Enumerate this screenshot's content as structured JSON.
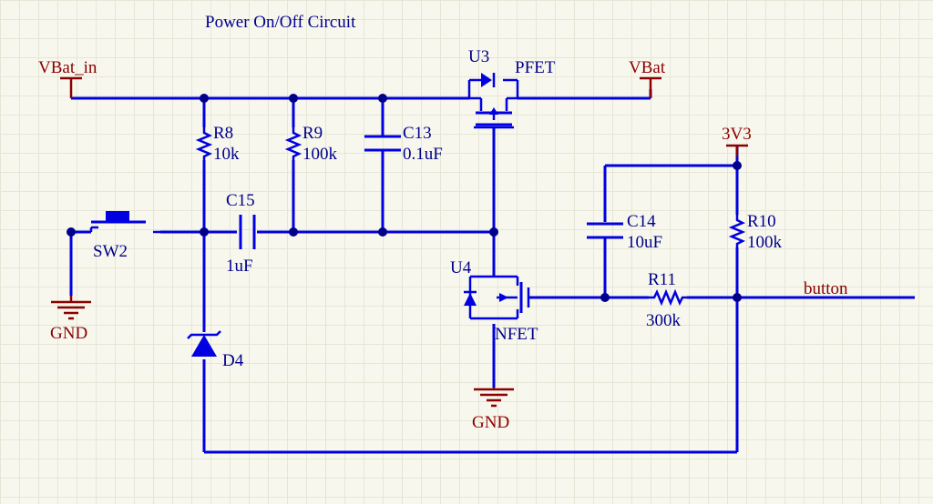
{
  "title": "Power On/Off Circuit",
  "power_ports": {
    "vbat_in": "VBat_in",
    "vbat": "VBat",
    "v3v3": "3V3",
    "gnd": "GND"
  },
  "components": {
    "u3": {
      "ref": "U3",
      "value": "PFET"
    },
    "u4": {
      "ref": "U4",
      "value": "NFET"
    },
    "r8": {
      "ref": "R8",
      "value": "10k"
    },
    "r9": {
      "ref": "R9",
      "value": "100k"
    },
    "r10": {
      "ref": "R10",
      "value": "100k"
    },
    "r11": {
      "ref": "R11",
      "value": "300k"
    },
    "c13": {
      "ref": "C13",
      "value": "0.1uF"
    },
    "c14": {
      "ref": "C14",
      "value": "10uF"
    },
    "c15": {
      "ref": "C15",
      "value": "1uF"
    },
    "sw2": {
      "ref": "SW2"
    },
    "d4": {
      "ref": "D4"
    }
  },
  "net_labels": {
    "button": "button"
  },
  "colors": {
    "wire": "#0000e0",
    "power": "#8b0000",
    "text": "#00008b",
    "background": "#f7f7ee"
  }
}
